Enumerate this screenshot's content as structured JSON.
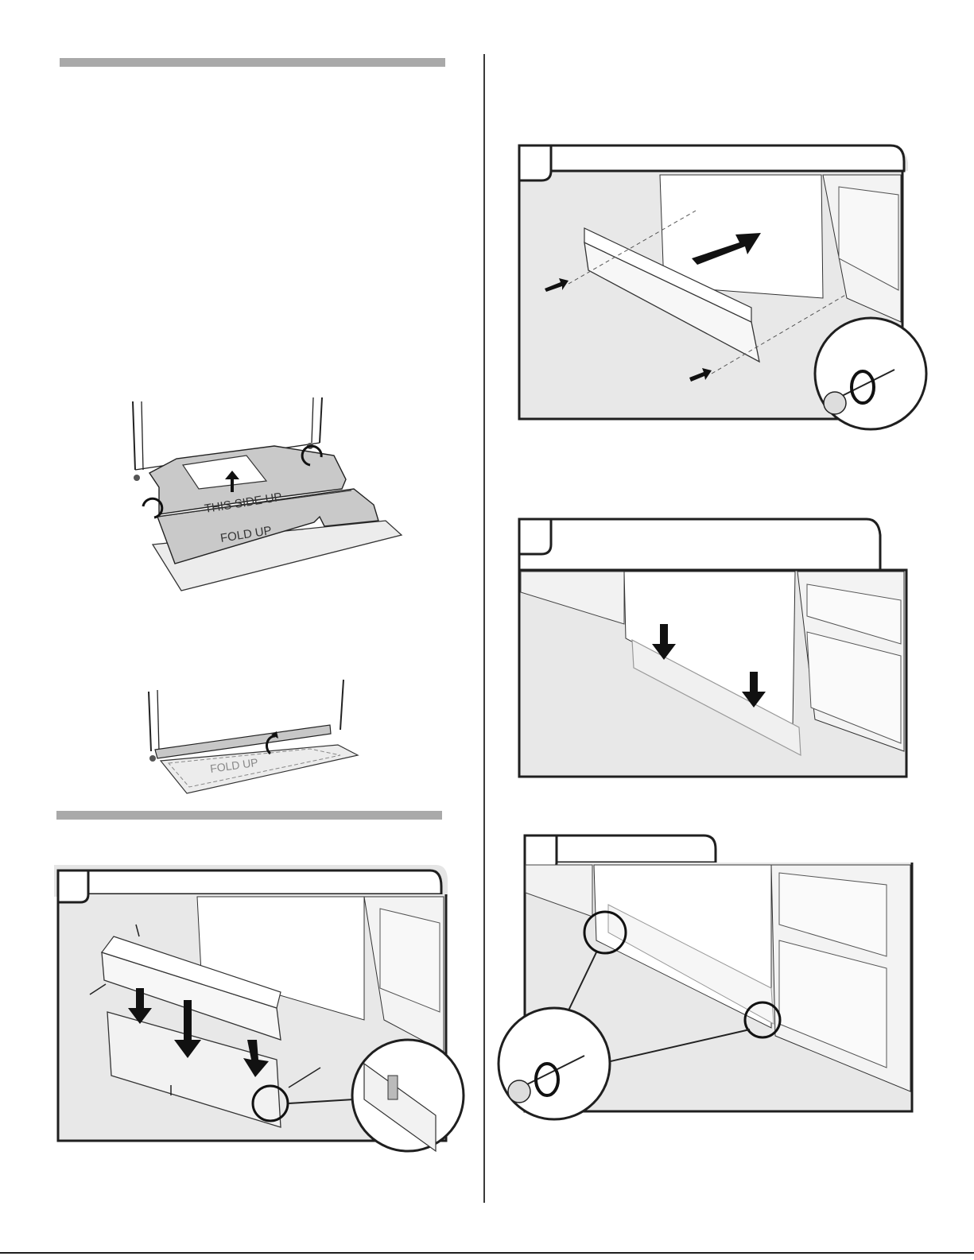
{
  "figures": {
    "fold_tabs": {
      "label_this_side_up": "THIS SIDE UP",
      "label_fold_up": "FOLD UP"
    },
    "fold_up": {
      "label_fold_up": "FOLD UP"
    }
  },
  "colors": {
    "panel_fill": "#e8e8e8",
    "panel_border": "#1f1f1f",
    "section_bar": "#a9a9a9",
    "line": "#222222"
  }
}
